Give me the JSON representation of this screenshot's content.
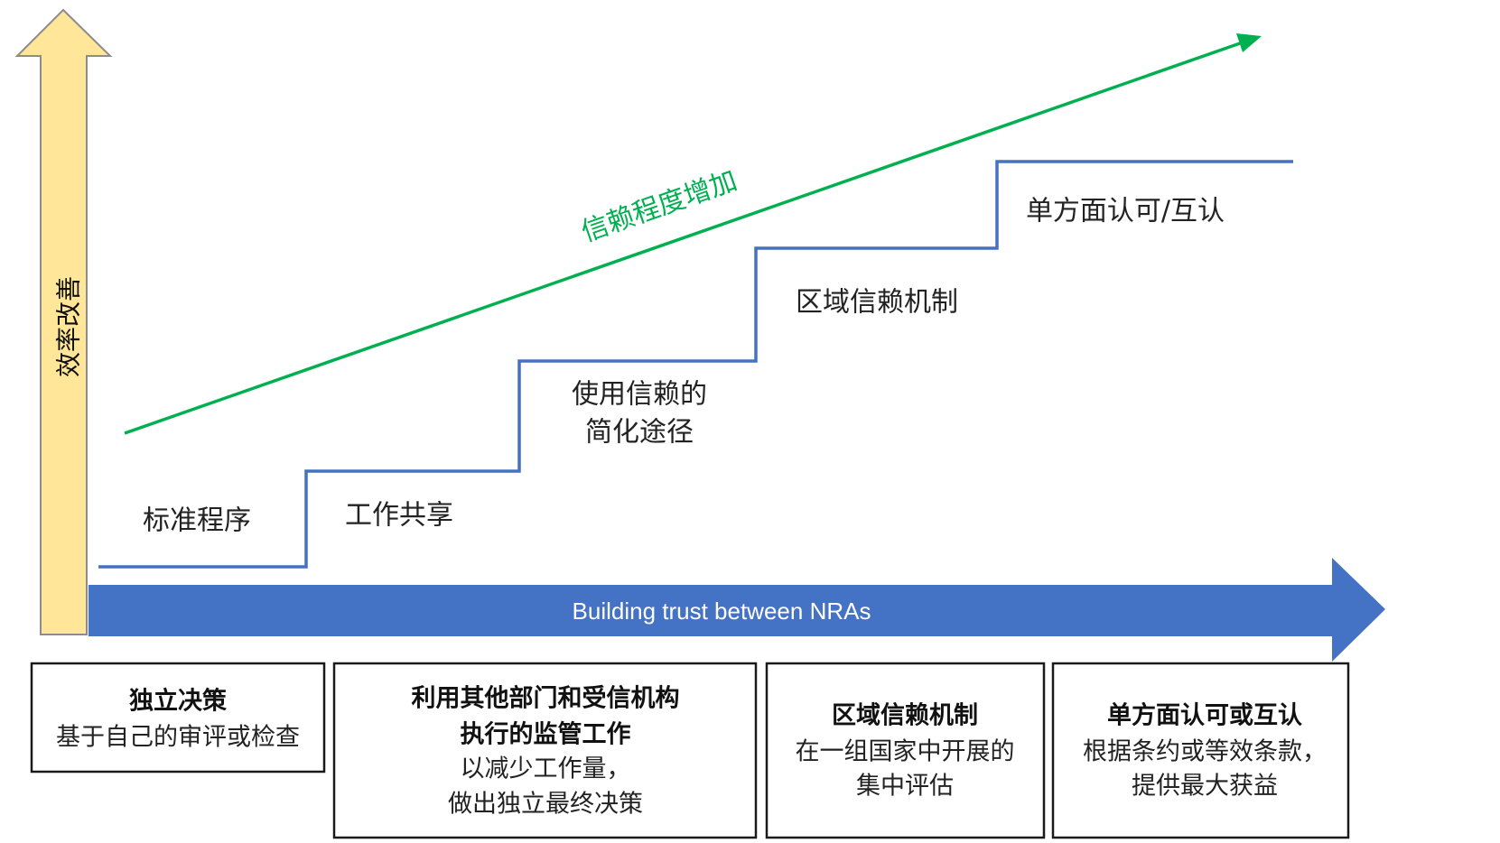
{
  "y_axis": {
    "label": "效率改善",
    "color": "#FFE699"
  },
  "trust_line": {
    "label": "信赖程度增加",
    "color": "#00B050"
  },
  "steps": {
    "color": "#4472C4",
    "items": [
      {
        "lines": [
          "标准程序"
        ]
      },
      {
        "lines": [
          "工作共享"
        ]
      },
      {
        "lines": [
          "使用信赖的",
          "简化途径"
        ]
      },
      {
        "lines": [
          "区域信赖机制"
        ]
      },
      {
        "lines": [
          "单方面认可/互认"
        ]
      }
    ]
  },
  "x_axis": {
    "label": "Building trust between NRAs",
    "color": "#4472C4"
  },
  "boxes": [
    {
      "title": [
        "独立决策"
      ],
      "body": [
        "基于自己的审评或检查"
      ]
    },
    {
      "title": [
        "利用其他部门和受信机构",
        "执行的监管工作"
      ],
      "body": [
        "以减少工作量，",
        "做出独立最终决策"
      ]
    },
    {
      "title": [
        "区域信赖机制"
      ],
      "body": [
        "在一组国家中开展的",
        "集中评估"
      ]
    },
    {
      "title": [
        "单方面认可或互认"
      ],
      "body": [
        "根据条约或等效条款，",
        "提供最大获益"
      ]
    }
  ]
}
